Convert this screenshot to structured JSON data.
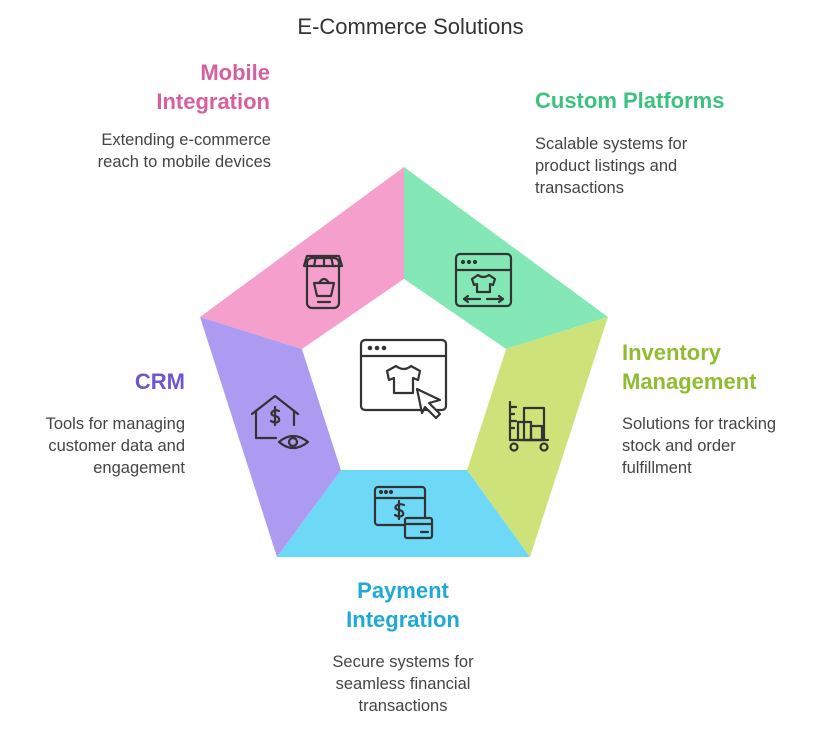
{
  "title": "E-Commerce Solutions",
  "segments": [
    {
      "key": "mobile",
      "label_lines": [
        "Mobile",
        "Integration"
      ],
      "description_lines": [
        "Extending e-commerce",
        "reach to mobile devices"
      ],
      "color": "#f59fcc",
      "label_color": "#d6609f",
      "icon": "mobile-shop-icon"
    },
    {
      "key": "custom",
      "label_lines": [
        "Custom Platforms"
      ],
      "description_lines": [
        "Scalable systems for",
        "product listings and",
        "transactions"
      ],
      "color": "#84e8b6",
      "label_color": "#3cc27f",
      "icon": "browser-shirt-icon"
    },
    {
      "key": "inventory",
      "label_lines": [
        "Inventory",
        "Management"
      ],
      "description_lines": [
        "Solutions for tracking",
        "stock and order",
        "fulfillment"
      ],
      "color": "#cde37a",
      "label_color": "#8fbd2f",
      "icon": "inventory-cart-icon"
    },
    {
      "key": "payment",
      "label_lines": [
        "Payment",
        "Integration"
      ],
      "description_lines": [
        "Secure systems for",
        "seamless financial",
        "transactions"
      ],
      "color": "#6ed8f7",
      "label_color": "#1ea9d6",
      "icon": "payment-card-icon"
    },
    {
      "key": "crm",
      "label_lines": [
        "CRM"
      ],
      "description_lines": [
        "Tools for managing",
        "customer data and",
        "engagement"
      ],
      "color": "#ad9bf2",
      "label_color": "#6f55cf",
      "icon": "house-dollar-eye-icon"
    }
  ],
  "center": {
    "icon": "browser-shirt-cursor-icon"
  },
  "colors": {
    "icon_stroke": "#333333",
    "center_fill": "#ffffff"
  }
}
